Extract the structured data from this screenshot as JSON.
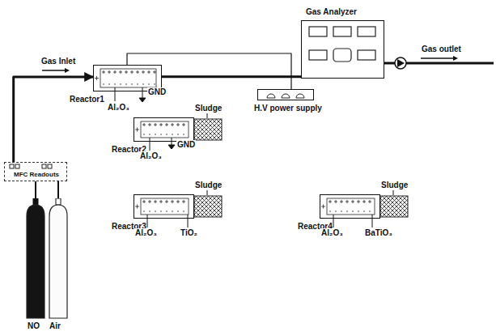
{
  "diagram": {
    "nodes": [
      {
        "text": [
          "Reactor1"
        ]
      },
      {
        "text": [
          "Gas Analyzer"
        ]
      },
      {
        "text": [
          "H.V power supply"
        ]
      },
      {
        "text": [
          "MFC Readouts"
        ]
      },
      {
        "text": [
          "NO"
        ]
      },
      {
        "text": [
          "Air"
        ]
      },
      {
        "text": [
          "Reactor2"
        ]
      },
      {
        "text": [
          "Reactor3"
        ]
      },
      {
        "text": [
          "Reactor4"
        ]
      }
    ],
    "edges": [
      {
        "from": 4,
        "to": 3,
        "arrow": "none"
      },
      {
        "from": 5,
        "to": 3,
        "arrow": "none"
      },
      {
        "from": 3,
        "to": 0,
        "arrow": "to",
        "label": "Gas Inlet"
      },
      {
        "from": 0,
        "to": 1,
        "arrow": "none"
      },
      {
        "from": 2,
        "to": 0,
        "arrow": "none"
      }
    ],
    "labels": [
      "Gas outlet",
      "Al₂O₃",
      "GND",
      "Sludge",
      "Al₂O₃",
      "GND",
      "Sludge",
      "Al₂O₃",
      "TiO₂",
      "Sludge",
      "Al₂O₃",
      "BaTiO₃"
    ]
  }
}
